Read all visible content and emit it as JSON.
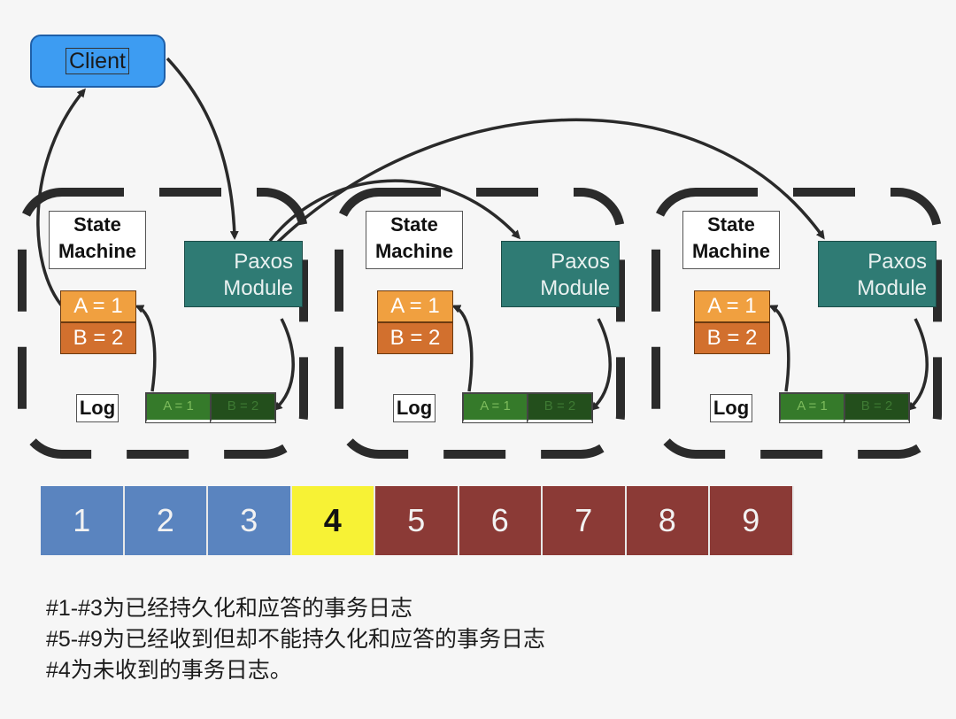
{
  "client": {
    "label": "Client"
  },
  "servers": [
    {
      "state_machine_label": "State\nMachine",
      "paxos_label": "Paxos\nModule",
      "state": [
        "A = 1",
        "B = 2"
      ],
      "log_label": "Log",
      "log_entries": [
        "A = 1",
        "B = 2"
      ]
    },
    {
      "state_machine_label": "State\nMachine",
      "paxos_label": "Paxos\nModule",
      "state": [
        "A = 1",
        "B = 2"
      ],
      "log_label": "Log",
      "log_entries": [
        "A = 1",
        "B = 2"
      ]
    },
    {
      "state_machine_label": "State\nMachine",
      "paxos_label": "Paxos\nModule",
      "state": [
        "A = 1",
        "B = 2"
      ],
      "log_label": "Log",
      "log_entries": [
        "A = 1",
        "B = 2"
      ]
    }
  ],
  "sequence": [
    {
      "label": "1",
      "status": "applied",
      "color": "#5a84bf"
    },
    {
      "label": "2",
      "status": "applied",
      "color": "#5a84bf"
    },
    {
      "label": "3",
      "status": "applied",
      "color": "#5a84bf"
    },
    {
      "label": "4",
      "status": "missing",
      "color": "#f7f235"
    },
    {
      "label": "5",
      "status": "pending",
      "color": "#8b3a36"
    },
    {
      "label": "6",
      "status": "pending",
      "color": "#8b3a36"
    },
    {
      "label": "7",
      "status": "pending",
      "color": "#8b3a36"
    },
    {
      "label": "8",
      "status": "pending",
      "color": "#8b3a36"
    },
    {
      "label": "9",
      "status": "pending",
      "color": "#8b3a36"
    }
  ],
  "notes": [
    "#1-#3为已经持久化和应答的事务日志",
    "#5-#9为已经收到但却不能持久化和应答的事务日志",
    "#4为未收到的事务日志。"
  ]
}
